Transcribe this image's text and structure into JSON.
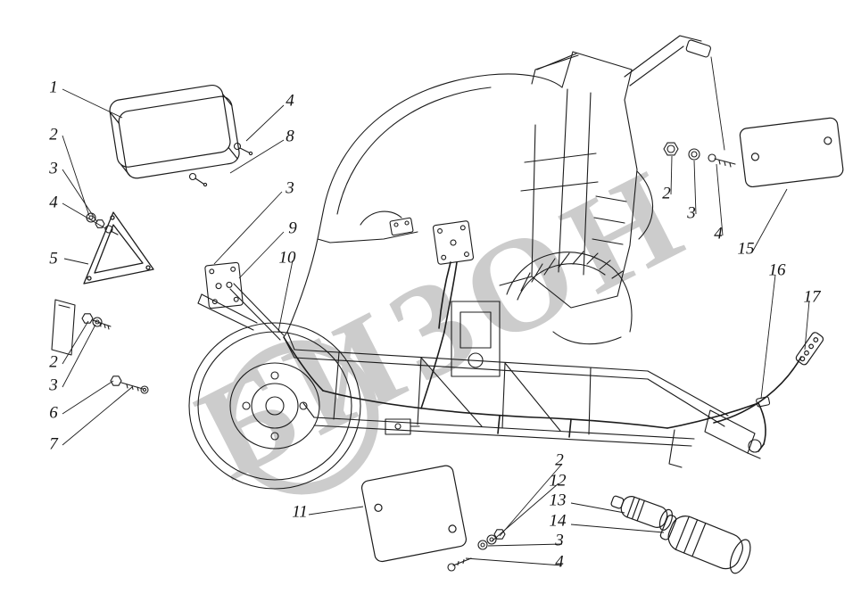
{
  "diagram": {
    "watermark": "БИЗОН",
    "colors": {
      "line": "#1c1c1c",
      "watermark": "#9a9a9a",
      "background": "#ffffff"
    },
    "callouts": [
      {
        "label": "1"
      },
      {
        "label": "2"
      },
      {
        "label": "3"
      },
      {
        "label": "4"
      },
      {
        "label": "5"
      },
      {
        "label": "4"
      },
      {
        "label": "8"
      },
      {
        "label": "3"
      },
      {
        "label": "9"
      },
      {
        "label": "10"
      },
      {
        "label": "2"
      },
      {
        "label": "3"
      },
      {
        "label": "6"
      },
      {
        "label": "7"
      },
      {
        "label": "11"
      },
      {
        "label": "2"
      },
      {
        "label": "3"
      },
      {
        "label": "4"
      },
      {
        "label": "15"
      },
      {
        "label": "16"
      },
      {
        "label": "17"
      },
      {
        "label": "2"
      },
      {
        "label": "12"
      },
      {
        "label": "13"
      },
      {
        "label": "14"
      },
      {
        "label": "3"
      },
      {
        "label": "4"
      }
    ]
  }
}
